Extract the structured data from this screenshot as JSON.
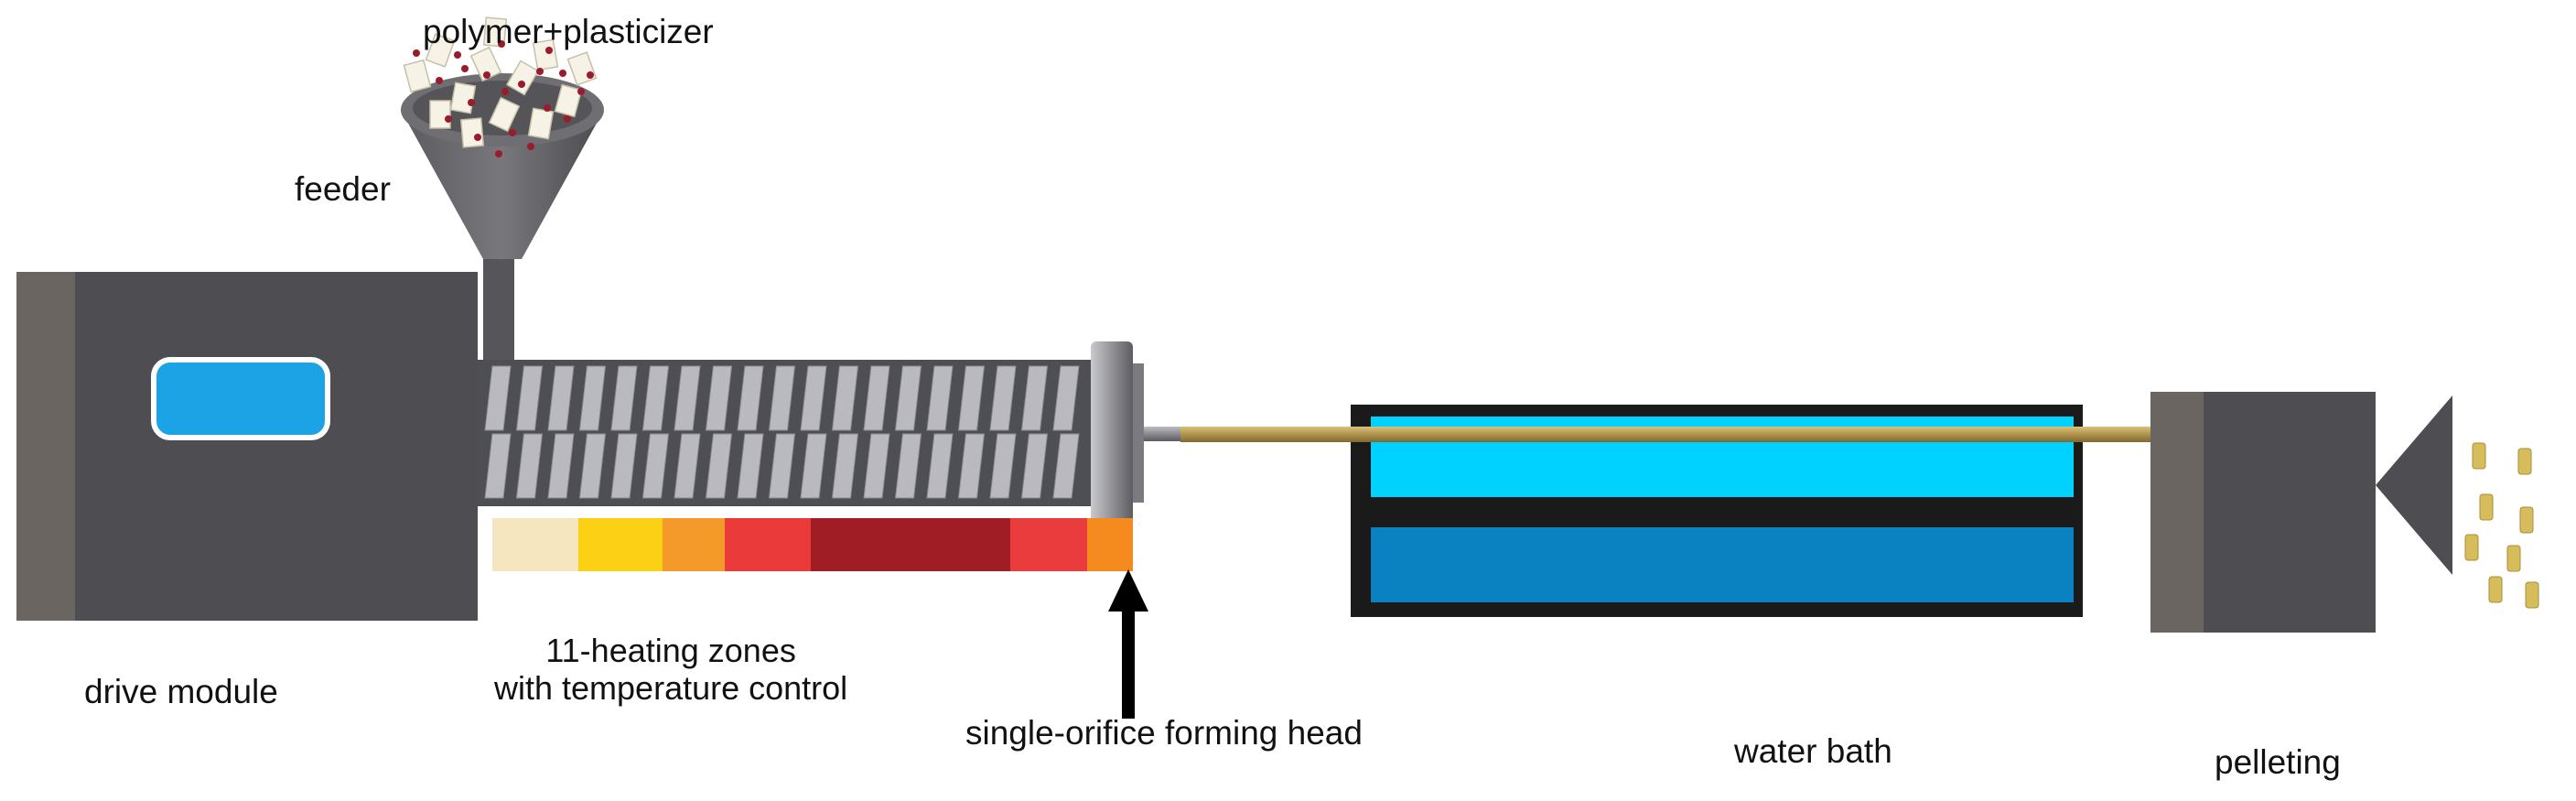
{
  "labels": {
    "polymer": "polymer+plasticizer",
    "feeder": "feeder",
    "drive_module": "drive module",
    "heating_line1": "11-heating zones",
    "heating_line2": "with temperature control",
    "forming_head": "single-orifice forming head",
    "water_bath": "water bath",
    "pelleting": "pelleting"
  },
  "colors": {
    "drive_face": "#4d4d52",
    "drive_side": "#6b6562",
    "window_blue": "#1ba3e6",
    "screw_bg": "#4e4e55",
    "screw_flight": "#b9b9bf",
    "bath_top_water": "#00d2ff",
    "bath_bottom_water": "#0a82c2",
    "strand": "#b59b54",
    "pellet": "#d6bc5a",
    "particle_red": "#9b1b2a",
    "arrow": "#000000"
  },
  "heating_zone_colors": [
    "#f5e6c0",
    "#fcd015",
    "#f49a2a",
    "#ea3a3a",
    "#a11d26",
    "#ea3c3c",
    "#f58a1e"
  ],
  "heating_zone_count": 11
}
